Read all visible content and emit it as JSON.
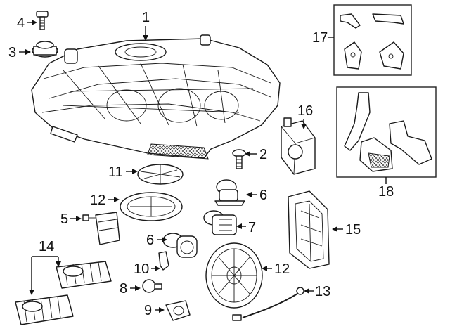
{
  "callouts": {
    "c1": "1",
    "c2": "2",
    "c3": "3",
    "c4": "4",
    "c5": "5",
    "c6a": "6",
    "c6b": "6",
    "c7": "7",
    "c8": "8",
    "c9": "9",
    "c10": "10",
    "c11": "11",
    "c12a": "12",
    "c12b": "12",
    "c13": "13",
    "c14": "14",
    "c15": "15",
    "c16": "16",
    "c17": "17",
    "c18": "18"
  }
}
